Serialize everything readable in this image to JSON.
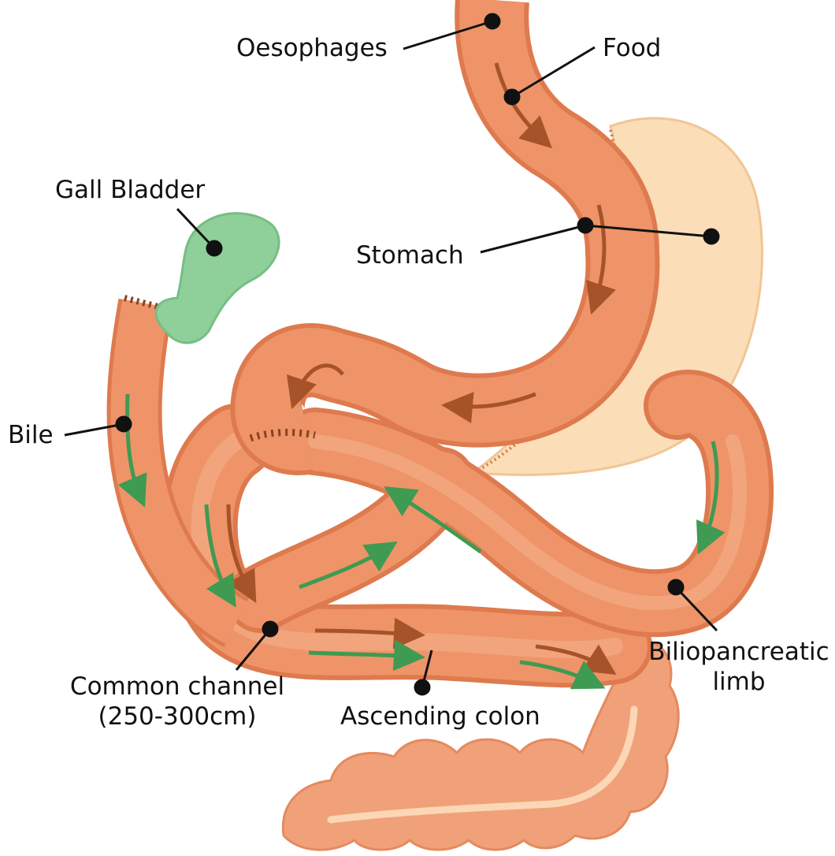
{
  "labels": {
    "oesophagus": "Oesophages",
    "food": "Food",
    "gall_bladder": "Gall Bladder",
    "stomach": "Stomach",
    "bile": "Bile",
    "biliopancreatic_line1": "Biliopancreatic",
    "biliopancreatic_line2": "limb",
    "common_channel_line1": "Common channel",
    "common_channel_line2": "(250-300cm)",
    "ascending_colon": "Ascending colon"
  },
  "colors": {
    "intestine": "#EE9468",
    "intestine_light": "#F4AC84",
    "intestine_dark": "#DE7A4E",
    "stomach_fundus": "#FBDDB8",
    "gall_bladder": "#8FD09A",
    "green_arrow": "#3F9A52",
    "brown_arrow": "#A7532A",
    "suture": "#8A4320",
    "leader_line": "#111111"
  },
  "icons": {
    "flow_arrow_food": "brown-flow-arrow",
    "flow_arrow_bile": "green-flow-arrow",
    "label_pointer": "black-dot-leader"
  }
}
